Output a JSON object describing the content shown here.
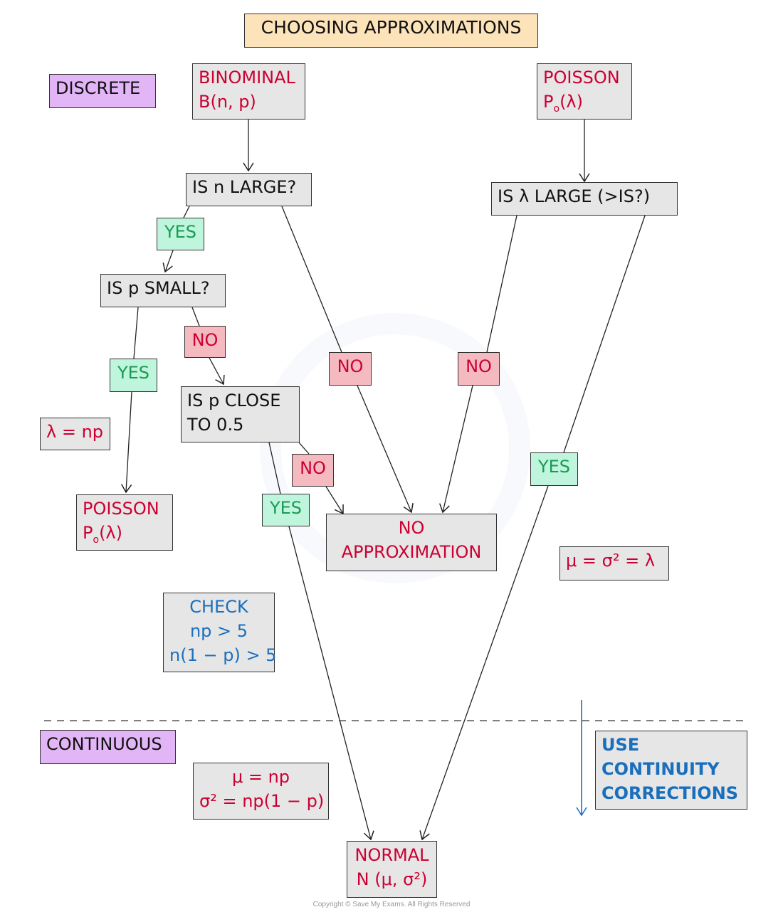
{
  "title": "CHOOSING APPROXIMATIONS",
  "sections": {
    "discrete": "DISCRETE",
    "continuous": "CONTINUOUS"
  },
  "binomial": {
    "name": "BINOMINAL",
    "notation": "B(n, p)"
  },
  "poisson_top": {
    "name": "POISSON",
    "notation_main": "P",
    "notation_sub": "o",
    "notation_tail": "(λ)"
  },
  "questions": {
    "n_large": "IS n LARGE?",
    "p_small": "IS p SMALL?",
    "p_close_line1": "IS p CLOSE",
    "p_close_line2": "TO 0.5",
    "lambda_large": "IS λ LARGE (>IS?)"
  },
  "answers": {
    "yes": "YES",
    "no": "NO"
  },
  "lambda_np": "λ = np",
  "poisson_result": {
    "name": "POISSON",
    "notation_main": "P",
    "notation_sub": "o",
    "notation_tail": "(λ)"
  },
  "no_approximation": {
    "line1": "NO",
    "line2": "APPROXIMATION"
  },
  "mu_sigma_lambda": "μ = σ² = λ",
  "check": {
    "heading": "CHECK",
    "cond1": "np > 5",
    "cond2": "n(1 − p) > 5"
  },
  "normal_params": {
    "mu": "μ = np",
    "sigma": "σ² = np(1 − p)"
  },
  "continuity": {
    "line1": "USE",
    "line2": "CONTINUITY",
    "line3": "CORRECTIONS"
  },
  "normal": {
    "name": "NORMAL",
    "notation": "N (μ, σ²)"
  },
  "copyright": "Copyright © Save My Exams. All Rights Reserved",
  "colors": {
    "red_text": "#cc0033",
    "blue_text": "#1a6fbd",
    "yes_fill": "#bff5dc",
    "no_fill": "#f5b9c0",
    "title_fill": "#fde3ba",
    "section_fill": "#e2b5f7",
    "box_fill": "#e6e6e6"
  }
}
